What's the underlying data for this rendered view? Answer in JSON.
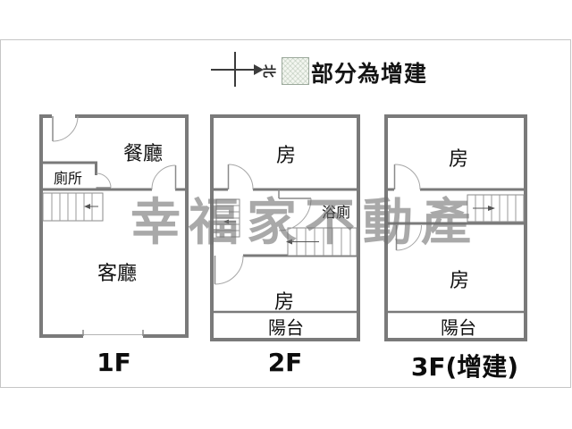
{
  "legend": {
    "north": "北",
    "addition_label": "部分為增建"
  },
  "watermark": "幸福家不動產",
  "floors": [
    {
      "name": "1F",
      "rooms": {
        "dining": "餐廳",
        "toilet": "廁所",
        "living": "客廳"
      }
    },
    {
      "name": "2F",
      "rooms": {
        "room_top": "房",
        "bath": "浴廁",
        "room_bottom": "房",
        "balcony": "陽台"
      }
    },
    {
      "name": "3F(增建)",
      "rooms": {
        "room_top": "房",
        "room_bottom": "房",
        "balcony": "陽台"
      }
    }
  ],
  "colors": {
    "wall": "#7a7a7a",
    "addition_fill": "#f3f6f0",
    "watermark_gray": "#707070"
  }
}
